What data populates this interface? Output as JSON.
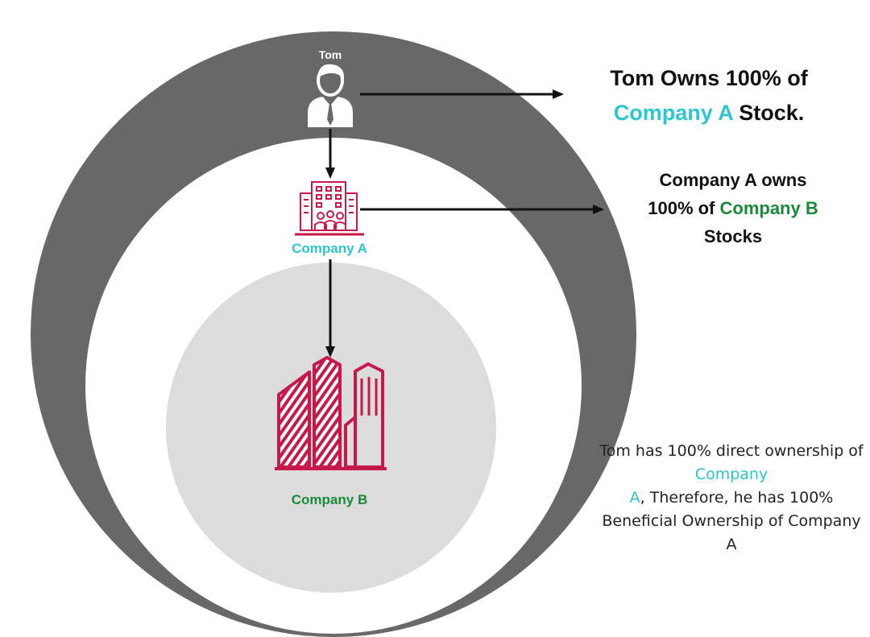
{
  "colors": {
    "outer_ring": "#686868",
    "middle_circle": "#ffffff",
    "inner_circle": "#dcdcdc",
    "company_a_text": "#2cc5d0",
    "company_b_text": "#1a8a3a",
    "building_icon": "#c6194a",
    "arrow": "#111111"
  },
  "nodes": {
    "tom": {
      "label": "Tom",
      "icon": "person-icon"
    },
    "company_a": {
      "label": "Company A",
      "icon": "office-building-icon"
    },
    "company_b": {
      "label": "Company B",
      "icon": "skyscrapers-icon"
    }
  },
  "annotations": {
    "tom_owns": {
      "line1": "Tom Owns 100% of",
      "highlight": "Company A",
      "rest": " Stock."
    },
    "company_a_owns": {
      "line1": "Company A owns",
      "prefix": "100% of ",
      "highlight": "Company B",
      "line3": "Stocks"
    }
  },
  "note": {
    "part1": "Tom has 100% direct ownership of ",
    "highlight1": "Company",
    "highlight2": "A",
    "part2": ", Therefore, he has 100% Beneficial Ownership of Company A"
  }
}
